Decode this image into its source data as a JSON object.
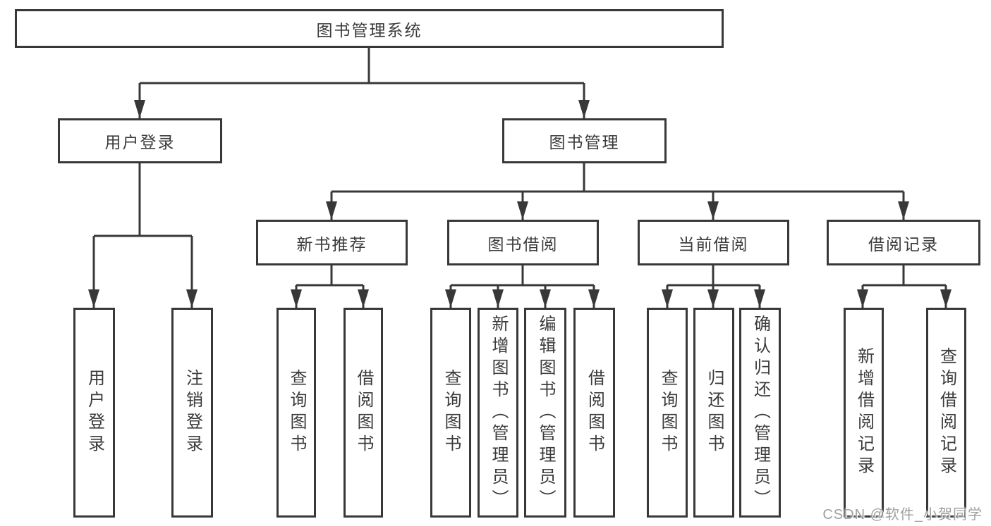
{
  "diagram": {
    "root": {
      "label": "图书管理系统"
    },
    "branches": [
      {
        "label": "用户登录",
        "children": [
          {
            "label": "用户登录"
          },
          {
            "label": "注销登录"
          }
        ]
      },
      {
        "label": "图书管理",
        "children": [
          {
            "label": "新书推荐",
            "children": [
              {
                "label": "查询图书"
              },
              {
                "label": "借阅图书"
              }
            ]
          },
          {
            "label": "图书借阅",
            "children": [
              {
                "label": "查询图书"
              },
              {
                "label": "新增图书（管理员）"
              },
              {
                "label": "编辑图书（管理员）"
              },
              {
                "label": "借阅图书"
              }
            ]
          },
          {
            "label": "当前借阅",
            "children": [
              {
                "label": "查询图书"
              },
              {
                "label": "归还图书"
              },
              {
                "label": "确认归还（管理员）"
              }
            ]
          },
          {
            "label": "借阅记录",
            "children": [
              {
                "label": "新增借阅记录"
              },
              {
                "label": "查询借阅记录"
              }
            ]
          }
        ]
      }
    ]
  },
  "watermark": {
    "text": "CSDN @软件_小贺同学",
    "color": "#a0a0a0"
  },
  "colors": {
    "line": "#383838",
    "text": "#3b3b3b",
    "background": "#ffffff"
  }
}
